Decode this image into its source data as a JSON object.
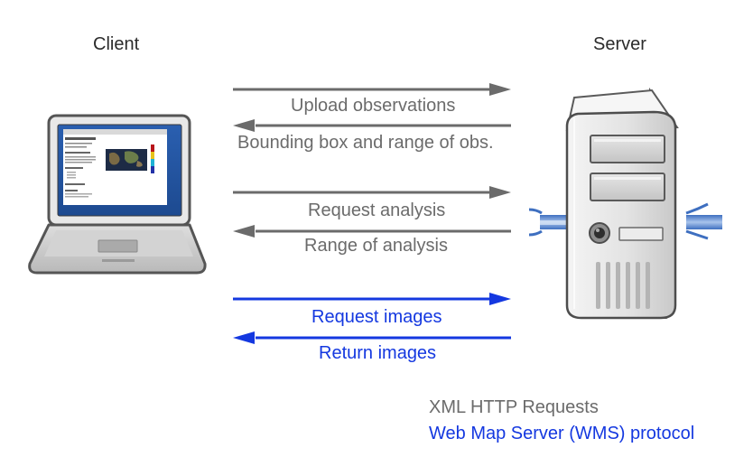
{
  "titles": {
    "client": "Client",
    "server": "Server"
  },
  "messages": {
    "upload": "Upload observations",
    "bbox": "Bounding box and range of obs.",
    "request_analysis": "Request analysis",
    "range_analysis": "Range of analysis",
    "request_images": "Request images",
    "return_images": "Return images"
  },
  "legend": {
    "xml": "XML HTTP Requests",
    "wms": "Web Map Server (WMS) protocol"
  },
  "colors": {
    "gray": "#6b6b6b",
    "blue": "#1438e0",
    "title": "#2b2b2b"
  },
  "screenshot_icon": {
    "heading": "Upload observations",
    "sections": [
      "File to upload",
      "The result",
      "Legend",
      "Advanced"
    ]
  }
}
